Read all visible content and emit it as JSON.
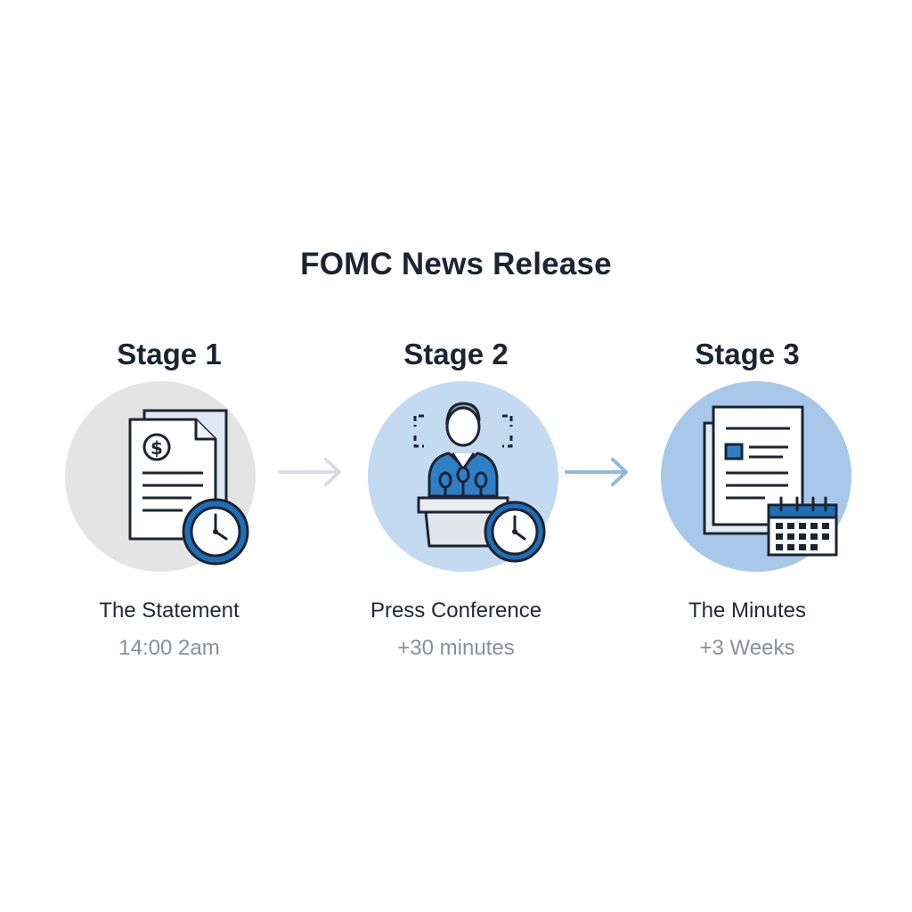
{
  "title": "FOMC News Release",
  "stages": [
    {
      "heading": "Stage 1",
      "label": "The Statement",
      "time": "14:00 2am",
      "icon": "document-dollar-clock-icon"
    },
    {
      "heading": "Stage 2",
      "label": "Press Conference",
      "time": "+30 minutes",
      "icon": "speaker-podium-clock-icon"
    },
    {
      "heading": "Stage 3",
      "label": "The Minutes",
      "time": "+3 Weeks",
      "icon": "document-calendar-icon"
    }
  ],
  "colors": {
    "accent": "#1f6fb8",
    "stage1_circle": "#e4e4e4",
    "stage2_circle": "#c3daf1",
    "stage3_circle": "#a8c8ea",
    "arrow1": "#d9dde2",
    "arrow2": "#8fb9e3"
  }
}
